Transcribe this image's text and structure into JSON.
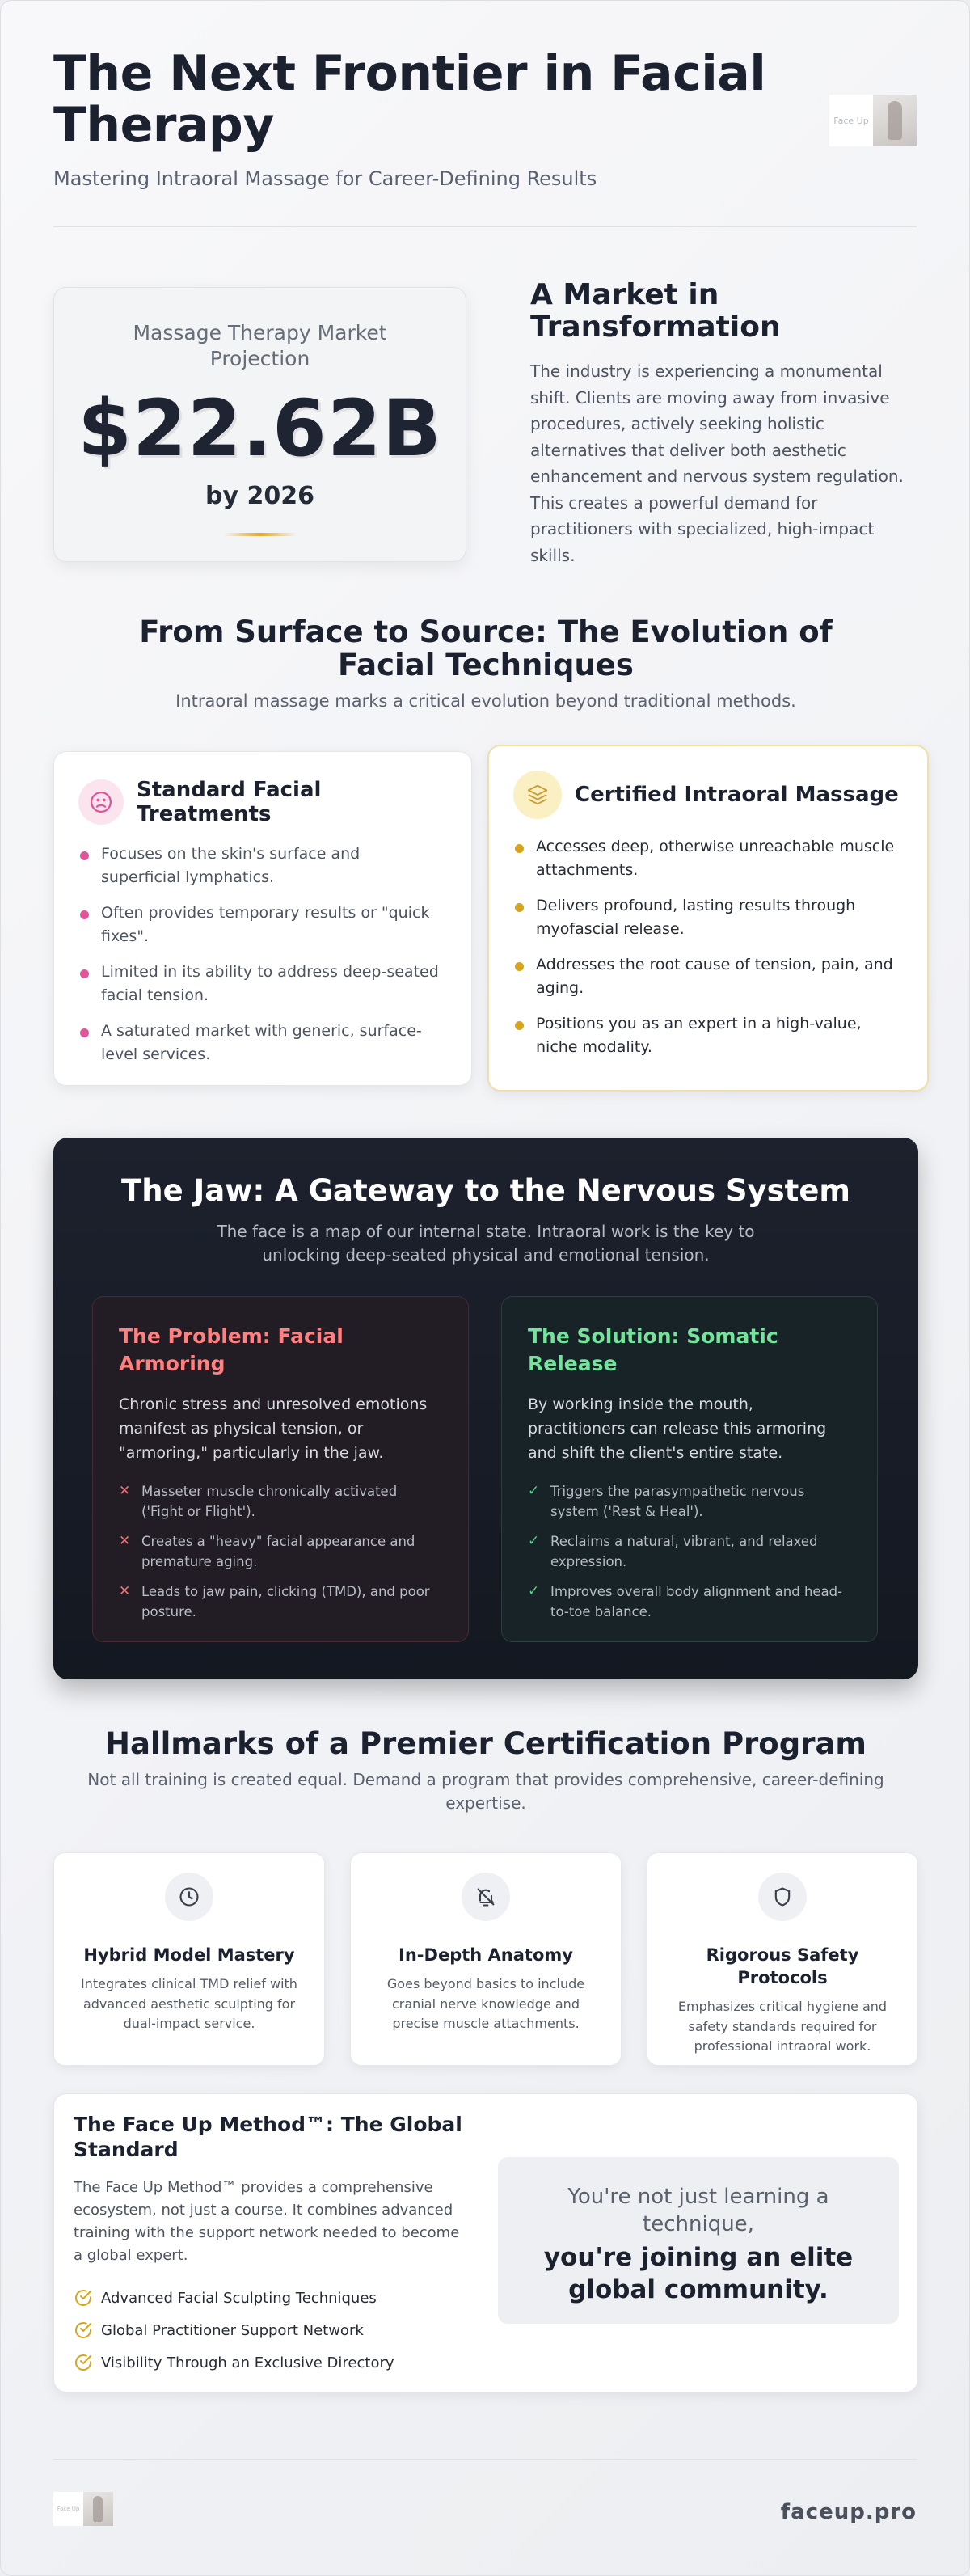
{
  "header": {
    "title": "The Next Frontier in Facial Therapy",
    "subtitle": "Mastering Intraoral Massage for Career-Defining Results",
    "logo_text": "Face Up"
  },
  "market": {
    "stat_label": "Massage Therapy Market Projection",
    "stat_value": "$22.62B",
    "stat_sub": "by 2026",
    "title": "A Market in Transformation",
    "body": "The industry is experiencing a monumental shift. Clients are moving away from invasive procedures, actively seeking holistic alternatives that deliver both aesthetic enhancement and nervous system regulation. This creates a powerful demand for practitioners with specialized, high-impact skills."
  },
  "evolution": {
    "title": "From Surface to Source: The Evolution of Facial Techniques",
    "subtitle": "Intraoral massage marks a critical evolution beyond traditional methods.",
    "standard": {
      "title": "Standard Facial Treatments",
      "icon": "frown-face-icon",
      "items": [
        "Focuses on the skin's surface and superficial lymphatics.",
        "Often provides temporary results or \"quick fixes\".",
        "Limited in its ability to address deep-seated facial tension.",
        "A saturated market with generic, surface-level services."
      ]
    },
    "intraoral": {
      "title": "Certified Intraoral Massage",
      "icon": "layers-icon",
      "items": [
        "Accesses deep, otherwise unreachable muscle attachments.",
        "Delivers profound, lasting results through myofascial release.",
        "Addresses the root cause of tension, pain, and aging.",
        "Positions you as an expert in a high-value, niche modality."
      ]
    }
  },
  "jaw": {
    "title": "The Jaw: A Gateway to the Nervous System",
    "subtitle": "The face is a map of our internal state. Intraoral work is the key to unlocking deep-seated physical and emotional tension.",
    "problem": {
      "title": "The Problem: Facial Armoring",
      "body": "Chronic stress and unresolved emotions manifest as physical tension, or \"armoring,\" particularly in the jaw.",
      "mark": "✕",
      "items": [
        "Masseter muscle chronically activated ('Fight or Flight').",
        "Creates a \"heavy\" facial appearance and premature aging.",
        "Leads to jaw pain, clicking (TMD), and poor posture."
      ]
    },
    "solution": {
      "title": "The Solution: Somatic Release",
      "body": "By working inside the mouth, practitioners can release this armoring and shift the client's entire state.",
      "mark": "✓",
      "items": [
        "Triggers the parasympathetic nervous system ('Rest & Heal').",
        "Reclaims a natural, vibrant, and relaxed expression.",
        "Improves overall body alignment and head-to-toe balance."
      ]
    }
  },
  "hallmarks": {
    "title": "Hallmarks of a Premier Certification Program",
    "subtitle": "Not all training is created equal. Demand a program that provides comprehensive, career-defining expertise.",
    "features": [
      {
        "icon": "clock-icon",
        "title": "Hybrid Model Mastery",
        "body": "Integrates clinical TMD relief with advanced aesthetic sculpting for dual-impact service."
      },
      {
        "icon": "bell-off-icon",
        "title": "In-Depth Anatomy",
        "body": "Goes beyond basics to include cranial nerve knowledge and precise muscle attachments."
      },
      {
        "icon": "shield-icon",
        "title": "Rigorous Safety Protocols",
        "body": "Emphasizes critical hygiene and safety standards required for professional intraoral work."
      }
    ]
  },
  "method": {
    "title": "The Face Up Method™: The Global Standard",
    "body": "The Face Up Method™ provides a comprehensive ecosystem, not just a course. It combines advanced training with the support network needed to become a global expert.",
    "items": [
      "Advanced Facial Sculpting Techniques",
      "Global Practitioner Support Network",
      "Visibility Through an Exclusive Directory"
    ],
    "quote_a": "You're not just learning a technique,",
    "quote_b": "you're joining an elite global community."
  },
  "footer": {
    "logo_text": "Face Up",
    "url": "faceup.pro"
  },
  "colors": {
    "accent_gold": "#d6a41d",
    "accent_pink": "#e0559a",
    "problem_red": "#ff8080",
    "solution_green": "#74e39c",
    "dark_bg": "#1c212d"
  }
}
